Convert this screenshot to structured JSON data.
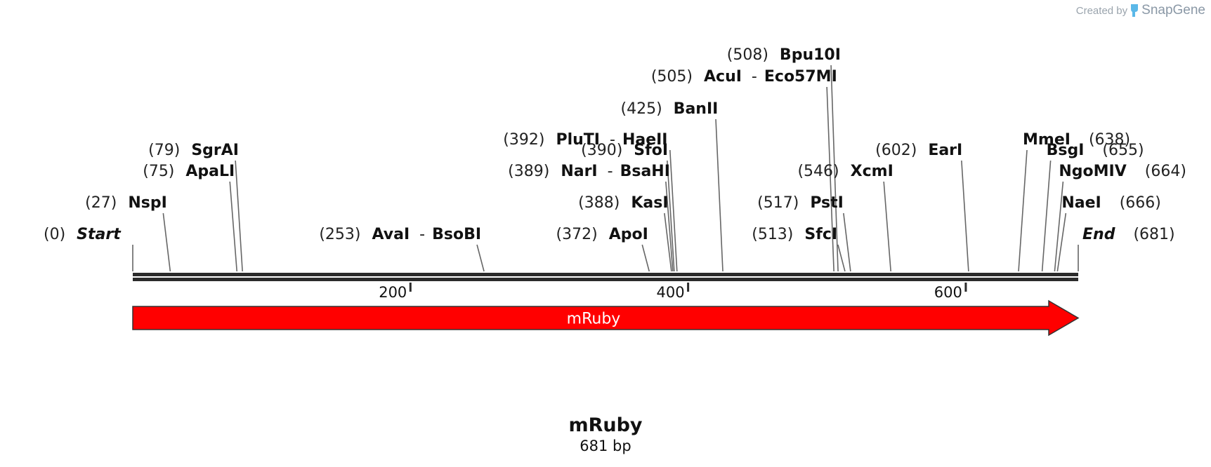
{
  "credit": {
    "prefix": "Created by",
    "brand": "SnapGene",
    "logo_color": "#5bb8e8"
  },
  "sequence": {
    "name": "mRuby",
    "length_label": "681 bp",
    "length": 681
  },
  "colors": {
    "feature": "#ff0000",
    "backbone": "#2b2b2b",
    "line": "#666666"
  },
  "ruler_ticks": [
    {
      "pos": 200,
      "label": "200"
    },
    {
      "pos": 400,
      "label": "400"
    },
    {
      "pos": 600,
      "label": "600"
    }
  ],
  "feature": {
    "name": "mRuby",
    "start": 1,
    "end": 681,
    "direction": "forward"
  },
  "sites": [
    {
      "id": "start",
      "pos": 0,
      "pos_label": "(0)",
      "names": [
        "Start"
      ],
      "italic": true,
      "row": 0,
      "side": "left"
    },
    {
      "id": "nspi",
      "pos": 27,
      "pos_label": "(27)",
      "names": [
        "NspI"
      ],
      "row": 1,
      "side": "left"
    },
    {
      "id": "apali",
      "pos": 75,
      "pos_label": "(75)",
      "names": [
        "ApaLI"
      ],
      "row": 2,
      "side": "left"
    },
    {
      "id": "sgrai",
      "pos": 79,
      "pos_label": "(79)",
      "names": [
        "SgrAI"
      ],
      "row": 3,
      "side": "left"
    },
    {
      "id": "avai",
      "pos": 253,
      "pos_label": "(253)",
      "names": [
        "AvaI",
        "BsoBI"
      ],
      "row": 0,
      "side": "left"
    },
    {
      "id": "apoi",
      "pos": 372,
      "pos_label": "(372)",
      "names": [
        "ApoI"
      ],
      "row": 0,
      "side": "left"
    },
    {
      "id": "kasi",
      "pos": 388,
      "pos_label": "(388)",
      "names": [
        "KasI"
      ],
      "row": 1,
      "side": "left"
    },
    {
      "id": "nari",
      "pos": 389,
      "pos_label": "(389)",
      "names": [
        "NarI",
        "BsaHI"
      ],
      "row": 2,
      "side": "left"
    },
    {
      "id": "sfoi",
      "pos": 390,
      "pos_label": "(390)",
      "names": [
        "SfoI"
      ],
      "row": 3,
      "side": "left"
    },
    {
      "id": "pluti",
      "pos": 392,
      "pos_label": "(392)",
      "names": [
        "PluTI",
        "HaeII"
      ],
      "row": 4,
      "side": "left"
    },
    {
      "id": "banii",
      "pos": 425,
      "pos_label": "(425)",
      "names": [
        "BanII"
      ],
      "row": 5,
      "side": "left"
    },
    {
      "id": "acui",
      "pos": 505,
      "pos_label": "(505)",
      "names": [
        "AcuI",
        "Eco57MI"
      ],
      "row": 6,
      "side": "left"
    },
    {
      "id": "bpu10i",
      "pos": 508,
      "pos_label": "(508)",
      "names": [
        "Bpu10I"
      ],
      "row": 7,
      "side": "left"
    },
    {
      "id": "sfci",
      "pos": 513,
      "pos_label": "(513)",
      "names": [
        "SfcI"
      ],
      "row": 0,
      "side": "left"
    },
    {
      "id": "psti",
      "pos": 517,
      "pos_label": "(517)",
      "names": [
        "PstI"
      ],
      "row": 1,
      "side": "left"
    },
    {
      "id": "xcmi",
      "pos": 546,
      "pos_label": "(546)",
      "names": [
        "XcmI"
      ],
      "row": 2,
      "side": "left"
    },
    {
      "id": "eari",
      "pos": 602,
      "pos_label": "(602)",
      "names": [
        "EarI"
      ],
      "row": 3,
      "side": "left"
    },
    {
      "id": "mmei",
      "pos": 638,
      "pos_label": "(638)",
      "names": [
        "MmeI"
      ],
      "row": 4,
      "side": "right"
    },
    {
      "id": "bsgi",
      "pos": 655,
      "pos_label": "(655)",
      "names": [
        "BsgI"
      ],
      "row": 3,
      "side": "right"
    },
    {
      "id": "ngomiv",
      "pos": 664,
      "pos_label": "(664)",
      "names": [
        "NgoMIV"
      ],
      "row": 2,
      "side": "right"
    },
    {
      "id": "naei",
      "pos": 666,
      "pos_label": "(666)",
      "names": [
        "NaeI"
      ],
      "row": 1,
      "side": "right"
    },
    {
      "id": "end",
      "pos": 681,
      "pos_label": "(681)",
      "names": [
        "End"
      ],
      "italic": true,
      "row": 0,
      "side": "right"
    }
  ]
}
